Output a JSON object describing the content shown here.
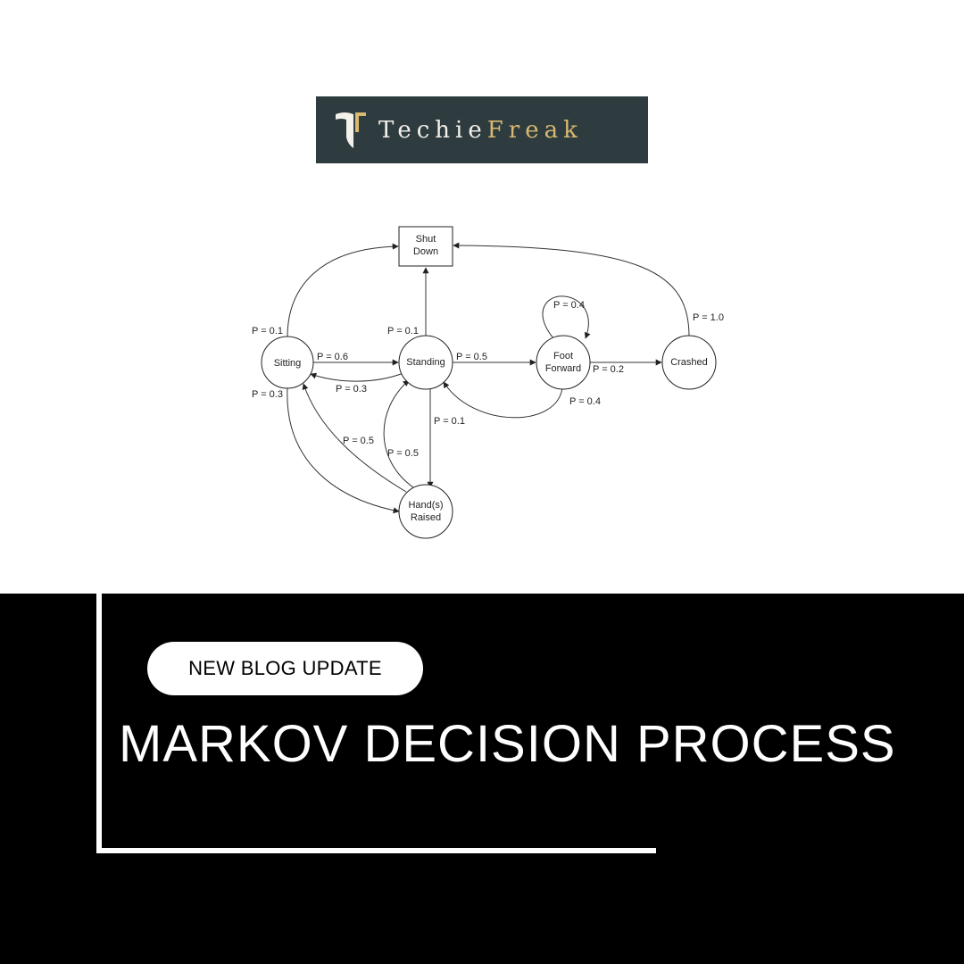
{
  "brand": {
    "name_part1": "Techie",
    "name_part2": "Freak",
    "logo_background": "#2f3c3f",
    "accent_color": "#d8b970"
  },
  "diagram": {
    "nodes": {
      "shut_down": {
        "line1": "Shut",
        "line2": "Down"
      },
      "sitting": "Sitting",
      "standing": "Standing",
      "foot_forward": {
        "line1": "Foot",
        "line2": "Forward"
      },
      "crashed": "Crashed",
      "hands_raised": {
        "line1": "Hand(s)",
        "line2": "Raised"
      }
    },
    "edge_labels": {
      "sitting_to_shutdown": "P = 0.1",
      "standing_to_shutdown": "P = 0.1",
      "crashed_to_shutdown": "P = 1.0",
      "footforward_self": "P = 0.4",
      "sitting_to_standing": "P = 0.6",
      "standing_to_sitting": "P = 0.3",
      "standing_to_footforward": "P = 0.5",
      "footforward_to_crashed": "P = 0.2",
      "footforward_to_standing": "P = 0.4",
      "sitting_to_hands": "P = 0.3",
      "standing_to_hands": "P = 0.1",
      "hands_to_sitting": "P = 0.5",
      "hands_to_standing": "P = 0.5"
    }
  },
  "banner": {
    "tag": "NEW BLOG UPDATE",
    "headline": "MARKOV DECISION PROCESS"
  }
}
